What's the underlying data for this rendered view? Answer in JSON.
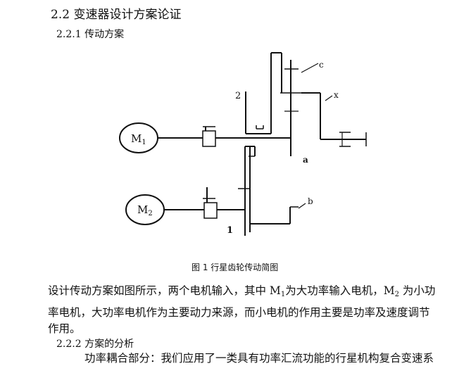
{
  "section": {
    "heading": "2.2 变速器设计方案论证",
    "sub1": "2.2.1 传动方案",
    "sub2": "2.2.2 方案的分析"
  },
  "figure": {
    "caption": "图 1 行星齿轮传动简图",
    "motor1": {
      "base": "M",
      "sub": "1"
    },
    "motor2": {
      "base": "M",
      "sub": "2"
    },
    "labels": {
      "c": "c",
      "x": "x",
      "two": "2",
      "a": "a",
      "b": "b",
      "one": "1"
    }
  },
  "body": {
    "line1": {
      "p1": "设计传动方案如图所示，两个电机输入，其中 M",
      "s1": "1",
      "p2": "为大功率输入电机，M",
      "s2": "2",
      "p3": " 为小功"
    },
    "line2": "率电机，大功率电机作为主要动力来源，而小电机的作用主要是功率及速度调节",
    "line3": "作用。",
    "line4": "功率耦合部分：我们应用了一类具有功率汇流功能的行星机构复合变速系"
  }
}
